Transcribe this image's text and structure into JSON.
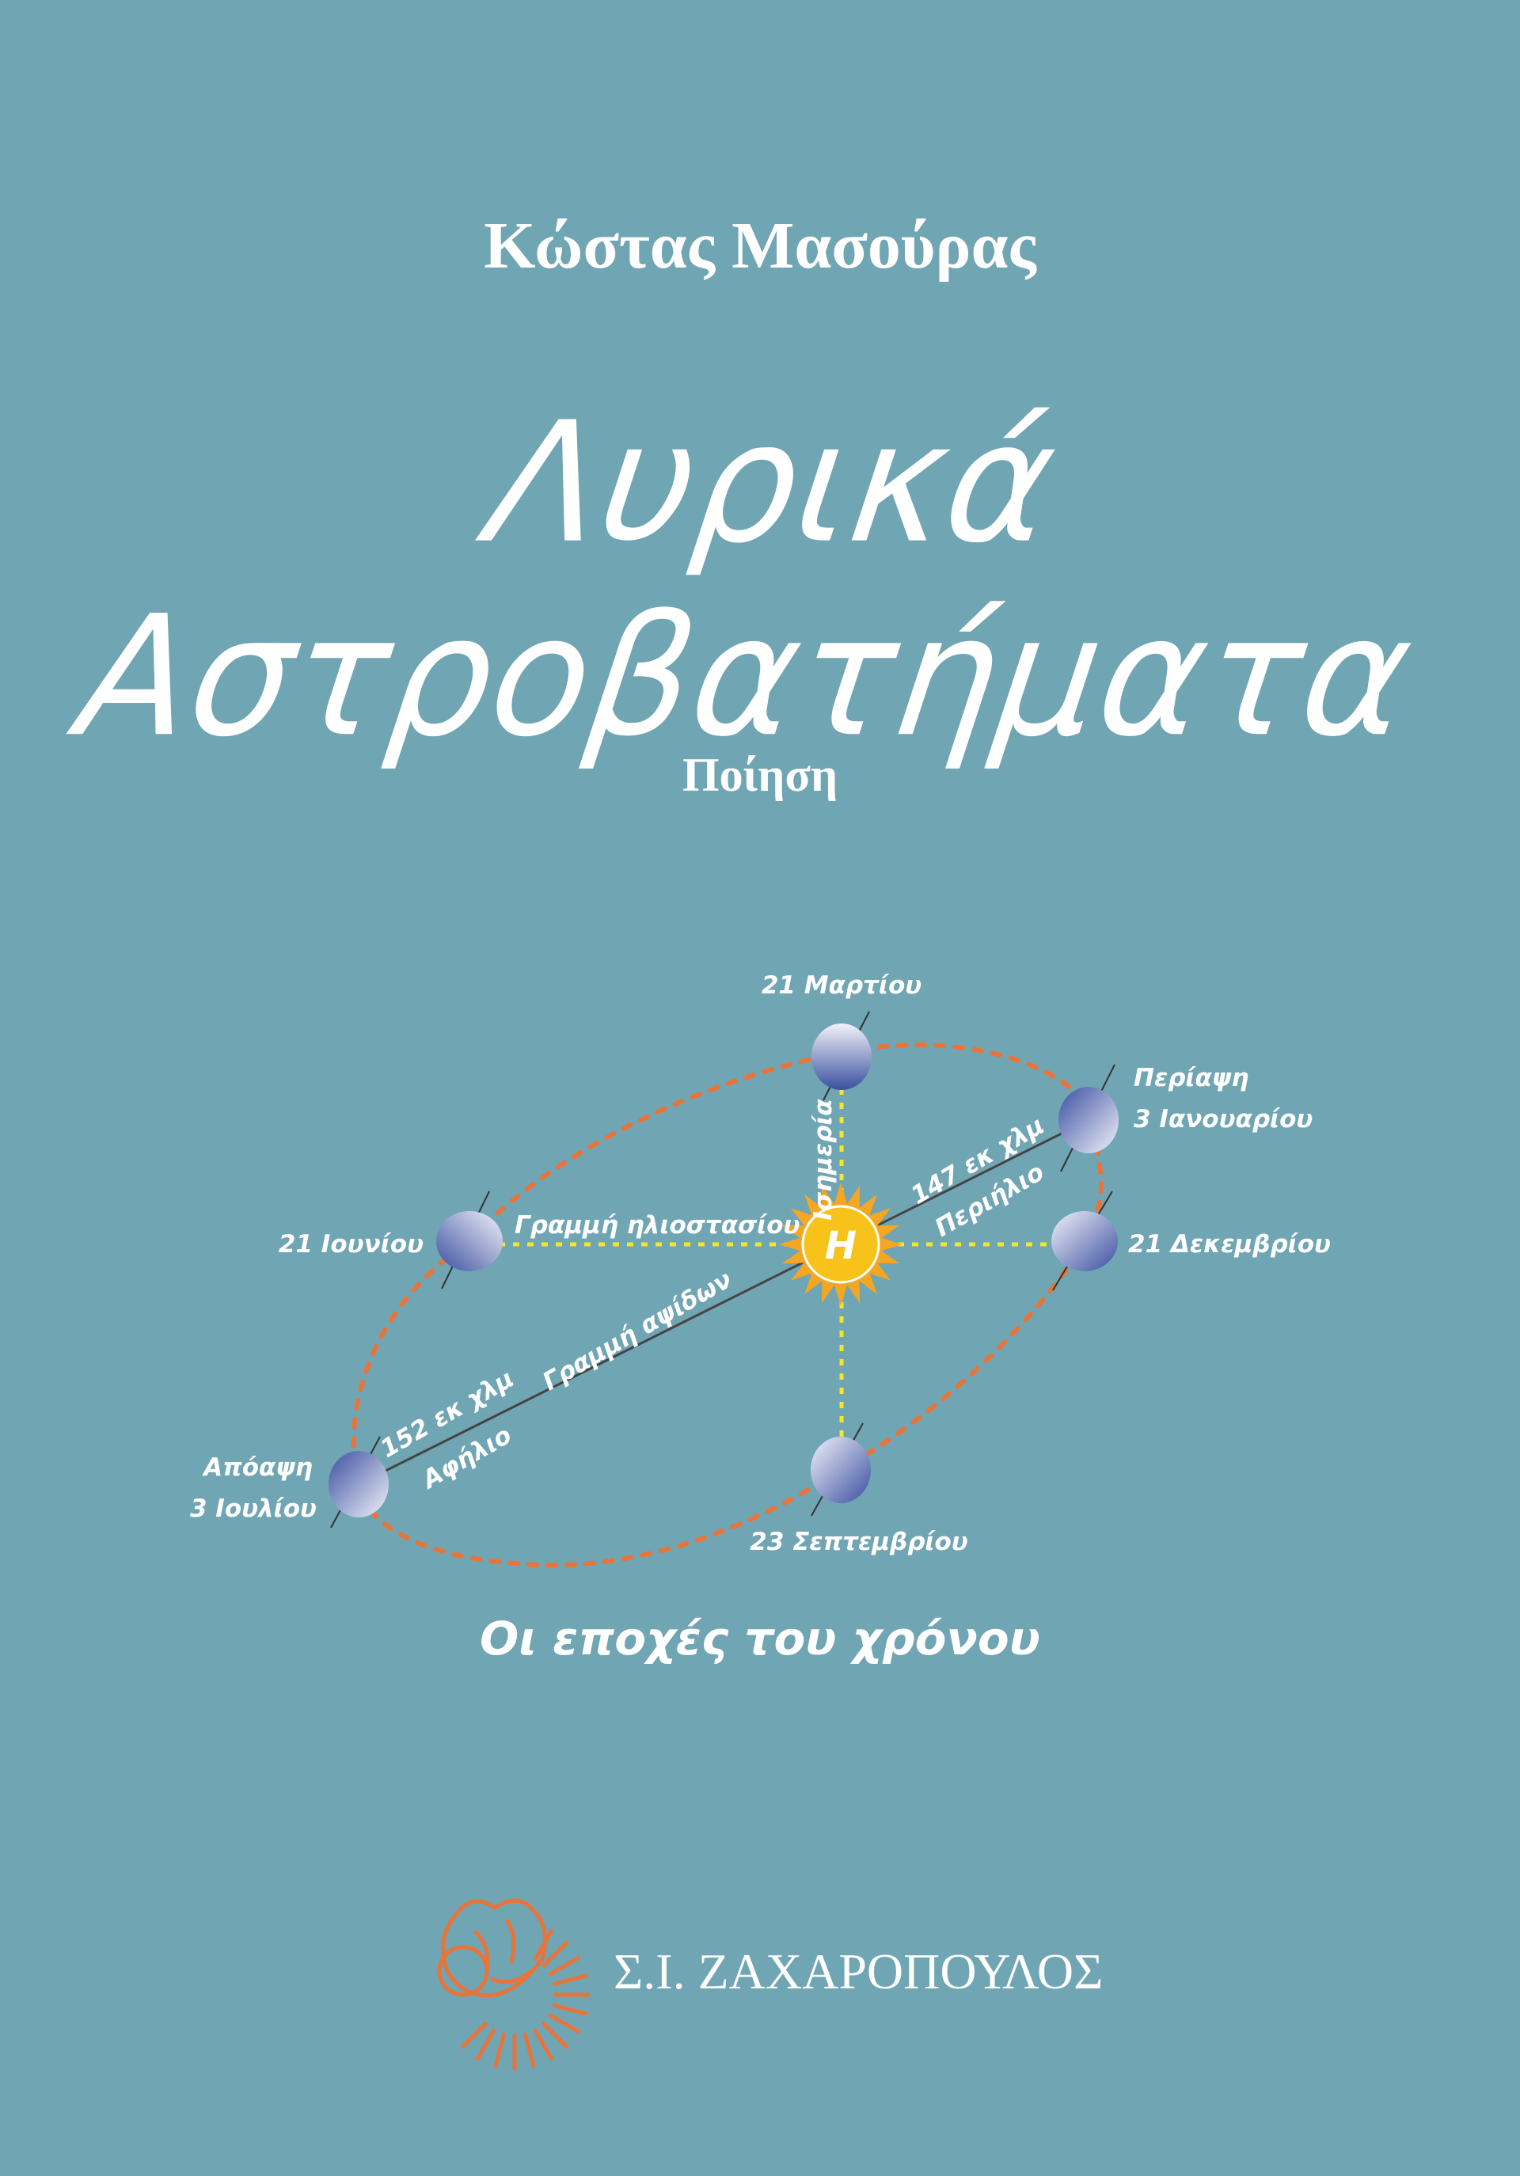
{
  "author": "Κώστας Μασούρας",
  "title": "Λυρικά Αστροβατήματα",
  "genre": "Ποίηση",
  "diagram": {
    "march": "21 Μαρτίου",
    "perigee": "Περίαψη",
    "january": "3 Ιανουαρίου",
    "june": "21 Ιουνίου",
    "december": "21 Δεκεμβρίου",
    "apogee": "Απόαψη",
    "july": "3 Ιουλίου",
    "september": "23 Σεπτεμβρίου",
    "solstice_line": "Γραμμή ηλιοστασίου",
    "equinox": "Ισημερία",
    "perihelion_distance": "147 εκ χλμ",
    "perihelion": "Περιήλιο",
    "apsides_line": "Γραμμή αψίδων",
    "aphelion_distance": "152 εκ χλμ",
    "aphelion": "Αφήλιο",
    "sun_letter": "Η",
    "caption": "Οι εποχές του χρόνου"
  },
  "publisher": "Σ.Ι. ΖΑΧΑΡΟΠΟΥΛΟΣ",
  "colors": {
    "background": "#70a5b4",
    "orbit": "#e8743a",
    "guide": "#f5e62a",
    "sun": "#f7c31b"
  }
}
